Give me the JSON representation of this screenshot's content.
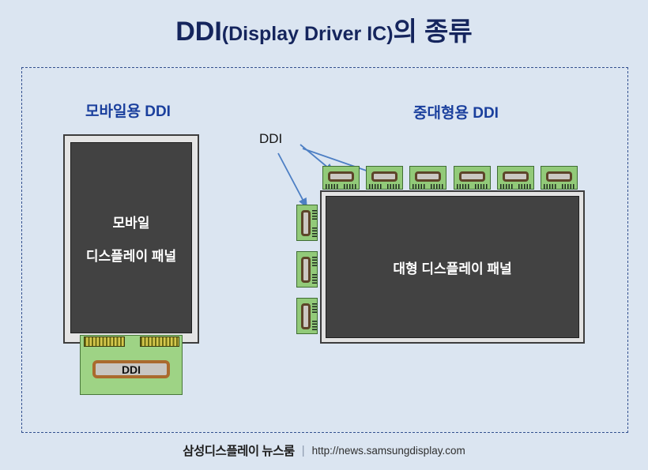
{
  "title": {
    "part1": "DDI",
    "part2": "(Display Driver IC)",
    "part3": "의 종류"
  },
  "sections": {
    "mobile": {
      "header": "모바일용 DDI",
      "panel_line1": "모바일",
      "panel_line2": "디스플레이 패널",
      "chip_label": "DDI"
    },
    "large": {
      "header": "중대형용 DDI",
      "pointer_label": "DDI",
      "panel_label": "대형 디스플레이 패널",
      "top_chip_count": 6,
      "side_chip_count": 3
    }
  },
  "footer": {
    "brand": "삼성디스플레이 뉴스룸",
    "separator": "|",
    "url": "http://news.samsungdisplay.com"
  },
  "colors": {
    "background": "#dbe5f1",
    "title_navy": "#15255d",
    "header_blue": "#1a3f9d",
    "dashed_border": "#33508f",
    "panel_dark": "#424242",
    "frame_gray": "#e2e2e2",
    "board_green": "#9ed385",
    "chip_green": "#92ca79",
    "die_gray": "#cbc8c3",
    "die_border_brown": "#5d4529",
    "mobile_chip_border": "#aa6a2e",
    "connector_gold": "#d6c84e",
    "arrow_blue": "#4d7fc4"
  }
}
